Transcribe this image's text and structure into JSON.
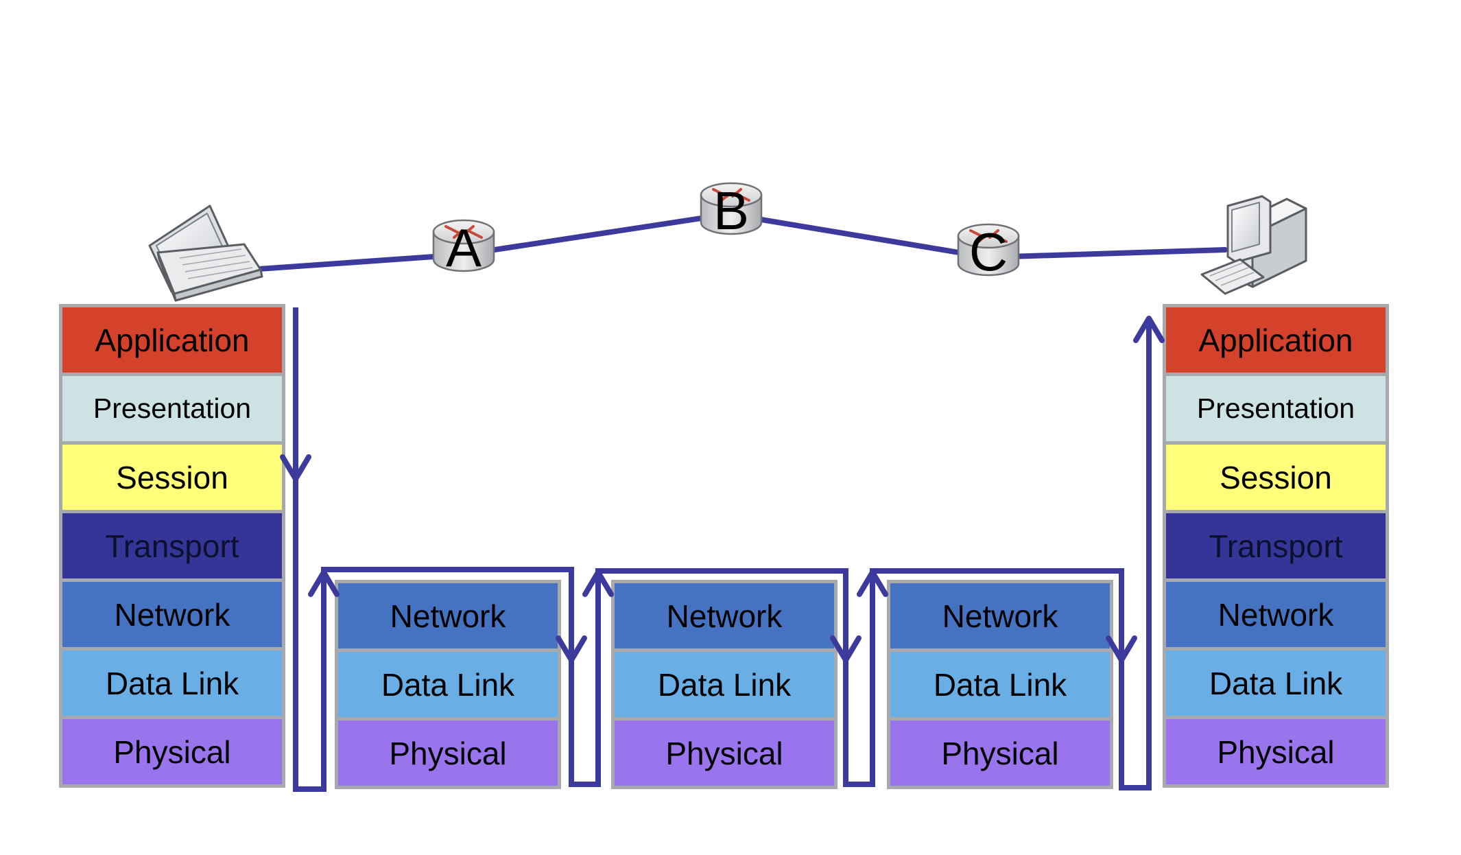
{
  "colors": {
    "application": "#d4422c",
    "presentation": "#cde2e3",
    "session": "#ffff7a",
    "transport": "#353597",
    "network": "#4572c1",
    "data_link": "#6aaee6",
    "physical": "#9a74ec",
    "path": "#3d3a9e"
  },
  "nodes": {
    "source_icon": "laptop-icon",
    "destination_icon": "desktop-computer-icon",
    "router_icon": "router-icon",
    "router_a": "A",
    "router_b": "B",
    "router_c": "C"
  },
  "stacks": {
    "source": [
      "Application",
      "Presentation",
      "Session",
      "Transport",
      "Network",
      "Data Link",
      "Physical"
    ],
    "destination": [
      "Application",
      "Presentation",
      "Session",
      "Transport",
      "Network",
      "Data Link",
      "Physical"
    ],
    "router_a": [
      "Network",
      "Data Link",
      "Physical"
    ],
    "router_b": [
      "Network",
      "Data Link",
      "Physical"
    ],
    "router_c": [
      "Network",
      "Data Link",
      "Physical"
    ]
  }
}
